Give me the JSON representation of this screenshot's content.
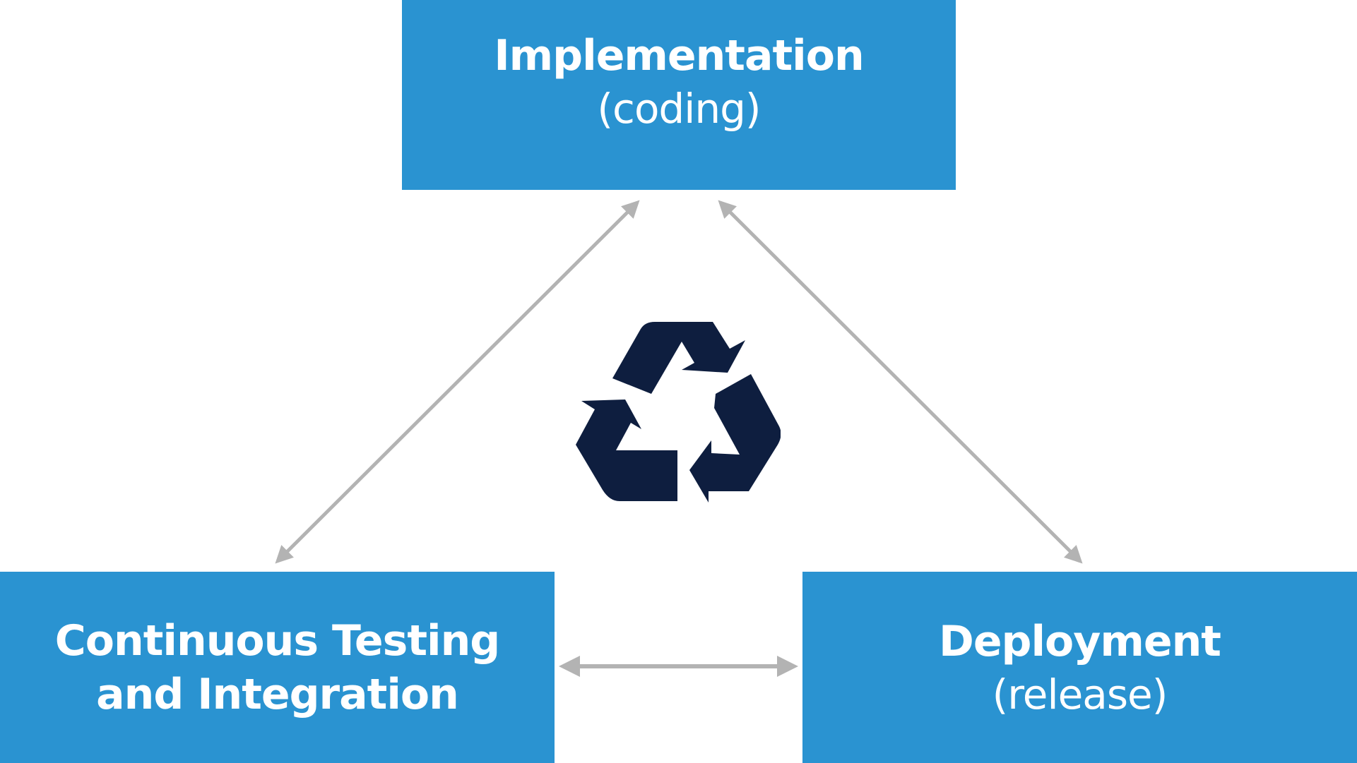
{
  "diagram": {
    "title": "Continuous development cycle",
    "nodes": [
      {
        "id": "implementation",
        "title": "Implementation",
        "subtitle": "(coding)"
      },
      {
        "id": "testing",
        "title_line1": "Continuous Testing",
        "title_line2": "and Integration"
      },
      {
        "id": "deployment",
        "title": "Deployment",
        "subtitle": "(release)"
      }
    ],
    "edges": [
      {
        "from": "implementation",
        "to": "testing",
        "direction": "bidirectional"
      },
      {
        "from": "implementation",
        "to": "deployment",
        "direction": "bidirectional"
      },
      {
        "from": "testing",
        "to": "deployment",
        "direction": "bidirectional"
      }
    ],
    "center_icon": "recycle-icon",
    "colors": {
      "box": "#2a93d1",
      "box_text": "#ffffff",
      "arrow": "#b3b3b3",
      "icon": "#0e1e3f",
      "background": "#ffffff"
    }
  }
}
